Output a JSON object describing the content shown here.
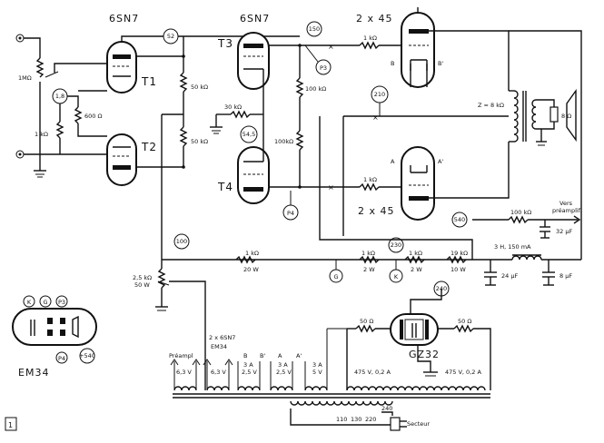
{
  "tubes": {
    "t12_type": "6SN7",
    "t34_type": "6SN7",
    "out_type": "2 x 45",
    "out_type_lower": "2 x 45",
    "t1": "T1",
    "t2": "T2",
    "t3": "T3",
    "t4": "T4",
    "rect_type": "GZ32",
    "eye_type": "EM34"
  },
  "resistors": {
    "r_input_pot": "1MΩ",
    "r_cathode_bypass": "1 kΩ",
    "r_cathode_600": "600 Ω",
    "r_plate_t1": "50 kΩ",
    "r_plate_t2": "50 kΩ",
    "r_grid_30k": "30 kΩ",
    "r_g3_100k": "100 kΩ",
    "r_g4_100k": "100kΩ",
    "r_grid_a_top": "1 kΩ",
    "r_grid_a_bottom": "1 kΩ",
    "r_preamp": "100 kΩ",
    "r_supply_1": "1 kΩ",
    "r_supply_1_w": "20 W",
    "r_supply_2": "1 kΩ",
    "r_supply_2_w": "2 W",
    "r_supply_3": "1 kΩ",
    "r_supply_3_w": "2 W",
    "r_supply_4": "19 kΩ",
    "r_supply_4_w": "10 W",
    "r_bias_pot": "2,5 kΩ",
    "r_bias_pot_w": "50 W",
    "r_rect_left": "50 Ω",
    "r_rect_right": "50 Ω"
  },
  "voltages": {
    "v_52": "52",
    "v_150": "150",
    "v_1_8": "1,8",
    "v_54_5": "54,5",
    "v_210": "210",
    "v_540": "540",
    "v_230": "230",
    "v_240": "240",
    "v_100": "100",
    "v_eye_540": "+540"
  },
  "test_points": {
    "p3": "P3",
    "p4": "P4",
    "g": "G",
    "k": "K",
    "eye_k": "K",
    "eye_g": "G",
    "eye_p3": "P3",
    "eye_p4": "P4"
  },
  "output": {
    "transformer": "Z = 8 kΩ",
    "speaker": "8 Ω",
    "b": "B",
    "b_prime": "B'",
    "a": "A",
    "a_prime": "A'"
  },
  "supply": {
    "preamp_line_1": "Vers",
    "preamp_line_2": "préamplif.",
    "choke": "3 H, 150 mA",
    "cap_32": "32 μF",
    "cap_24": "24 μF",
    "cap_8": "8 μF"
  },
  "transformer_taps": {
    "preampl": "Préampl",
    "w1": "6,3 V",
    "pair_label_1": "2 x 6SN7",
    "pair_label_2": "EM34",
    "w2": "6,3 V",
    "b_tap": "B",
    "b_prime_tap": "B'",
    "a_tap": "A",
    "a_prime_tap": "A'",
    "i3a_1": "3 A",
    "v25_1": "2,5 V",
    "i3a_2": "3 A",
    "v25_2": "2,5 V",
    "i3a_3": "3 A",
    "v5": "5 V",
    "hv_left": "475 V, 0,2 A",
    "hv_right": "475 V, 0,2 A",
    "mains_110": "110",
    "mains_130": "130",
    "mains_220": "220",
    "mains_240": "240",
    "secteur": "Secteur"
  },
  "figure_number": "1"
}
